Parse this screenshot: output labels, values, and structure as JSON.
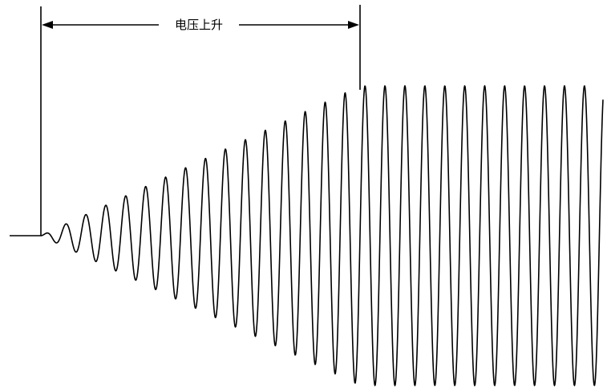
{
  "label": "电压上升",
  "stroke_color": "#000000",
  "background_color": "#ffffff",
  "waveform": {
    "ramp_cycles": 16,
    "steady_cycles": 12.4
  }
}
